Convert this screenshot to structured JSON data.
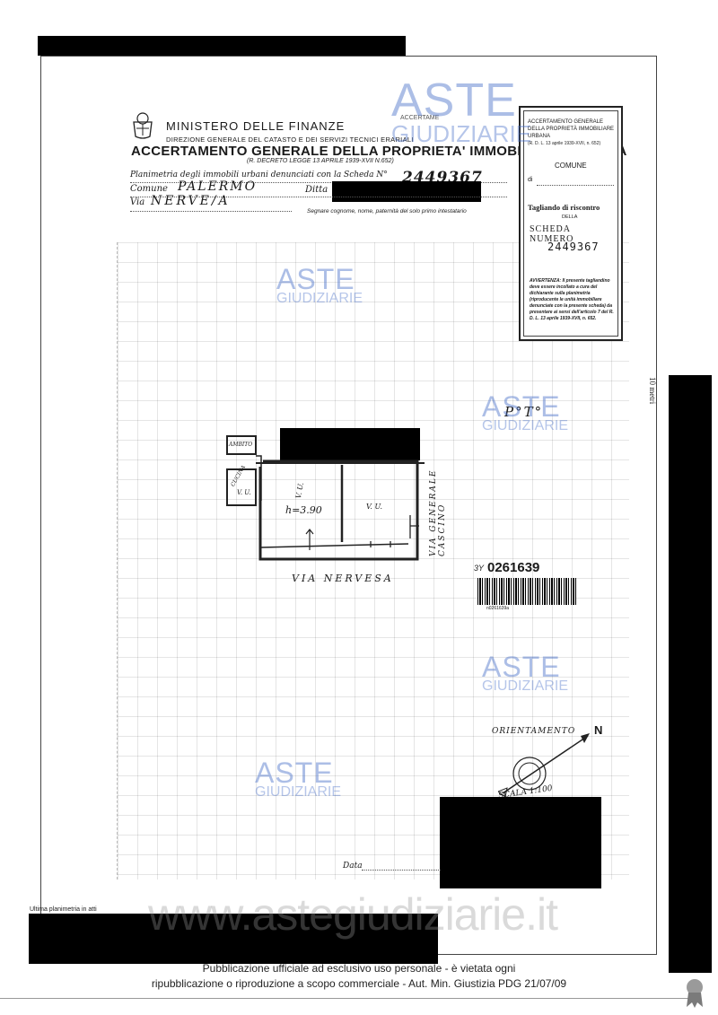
{
  "header": {
    "ministry": "MINISTERO DELLE FINANZE",
    "direction": "DIREZIONE GENERALE DEL CATASTO E DEI SERVIZI TECNICI ERARIALI",
    "title": "ACCERTAMENTO GENERALE DELLA PROPRIETA' IMMOBILIARE URBANA",
    "decree": "(R. DECRETO LEGGE 13 APRILE 1939-XVII N.652)",
    "accertamento_stamp": "ACCERTAME"
  },
  "form": {
    "planimetria_label": "Planimetria degli immobili urbani denunciati con la Scheda N°",
    "scheda_number": "2449367",
    "comune_label": "Comune",
    "comune_value": "PALERMO",
    "ditta_label": "Ditta",
    "via_label": "Via",
    "via_value": "NERVE/A",
    "segnare_note": "Segnare cognome, nome, paternità del solo primo intestatario"
  },
  "tally": {
    "header": "ACCERTAMENTO GENERALE DELLA PROPRIETÀ IMMOBILIARE URBANA",
    "decree": "(R. D. L. 13 aprile 1939-XVII, n. 652)",
    "comune": "COMUNE",
    "di": "di",
    "tagliando": "Tagliando di riscontro",
    "della": "DELLA",
    "scheda_label": "SCHEDA NUMERO",
    "scheda_number": "2449367",
    "avvertenza": "AVVERTENZA: Il presente tagliandino deve essere incollato a cura del dichiarante sulla planimetria (riproducente le unità immobiliare denunciate con la presente scheda) da presentare ai sensi dell'articolo 7 del R. D. L. 13 aprile 1939-XVII, n. 652."
  },
  "plan": {
    "piano": "P°T°",
    "room_label_1": "V. U.",
    "room_h": "h=3.90",
    "room_label_2": "V. U.",
    "ambito": "AMBITO",
    "cucina": "CUCINA",
    "cucina_vu": "V. U.",
    "street_bottom": "VIA   NERVESA",
    "street_right": "VIA GENERALE CASCINO",
    "scale_side": "10 metri"
  },
  "barcode": {
    "prefix": "3Y",
    "number": "0261639",
    "small": "n0261639a"
  },
  "orientation": {
    "label": "ORIENTAMENTO",
    "north": "N",
    "scale": "SCALA 1:100"
  },
  "footer": {
    "data_label": "Data",
    "ultima": "Ultima planimetria in atti",
    "site_watermark": "www.astegiudiziarie.it",
    "notice_line1": "Pubblicazione ufficiale ad esclusivo uso personale - è vietata ogni",
    "notice_line2": "ripubblicazione o riproduzione a scopo commerciale - Aut. Min. Giustizia PDG 21/07/09"
  },
  "watermark": {
    "aste": "ASTE",
    "giudiziarie": "GIUDIZIARIE"
  }
}
